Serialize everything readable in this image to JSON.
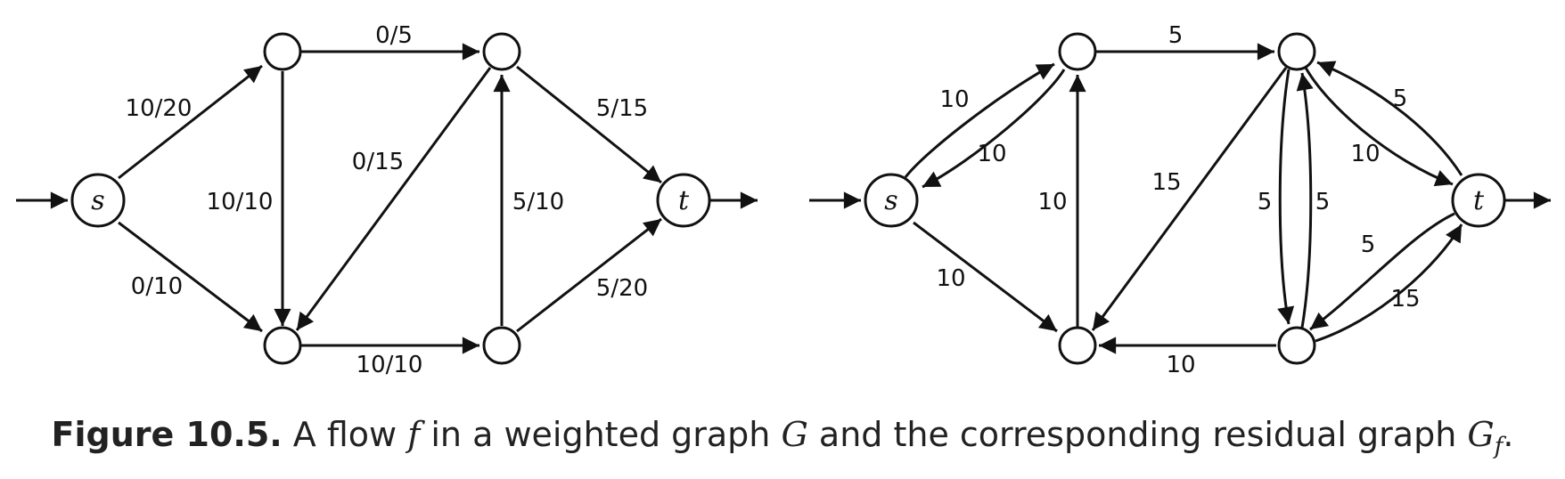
{
  "flow_graph": {
    "nodes": [
      {
        "id": "s",
        "label": "s"
      },
      {
        "id": "a",
        "label": ""
      },
      {
        "id": "b",
        "label": ""
      },
      {
        "id": "c",
        "label": ""
      },
      {
        "id": "d",
        "label": ""
      },
      {
        "id": "t",
        "label": "t"
      }
    ],
    "edges": [
      {
        "from": "s",
        "to": "a",
        "label": "10/20"
      },
      {
        "from": "s",
        "to": "c",
        "label": "0/10"
      },
      {
        "from": "a",
        "to": "b",
        "label": "0/5"
      },
      {
        "from": "a",
        "to": "c",
        "label": "10/10"
      },
      {
        "from": "b",
        "to": "c",
        "label": "0/15"
      },
      {
        "from": "b",
        "to": "t",
        "label": "5/15"
      },
      {
        "from": "d",
        "to": "b",
        "label": "5/10"
      },
      {
        "from": "c",
        "to": "d",
        "label": "10/10"
      },
      {
        "from": "d",
        "to": "t",
        "label": "5/20"
      }
    ]
  },
  "residual_graph": {
    "nodes": [
      {
        "id": "s",
        "label": "s"
      },
      {
        "id": "a",
        "label": ""
      },
      {
        "id": "b",
        "label": ""
      },
      {
        "id": "c",
        "label": ""
      },
      {
        "id": "d",
        "label": ""
      },
      {
        "id": "t",
        "label": "t"
      }
    ],
    "edges": [
      {
        "from": "s",
        "to": "a",
        "label": "10"
      },
      {
        "from": "a",
        "to": "s",
        "label": "10"
      },
      {
        "from": "s",
        "to": "c",
        "label": "10"
      },
      {
        "from": "a",
        "to": "b",
        "label": "5"
      },
      {
        "from": "c",
        "to": "a",
        "label": "10"
      },
      {
        "from": "b",
        "to": "c",
        "label": "15"
      },
      {
        "from": "b",
        "to": "d",
        "label": "5"
      },
      {
        "from": "d",
        "to": "b",
        "label": "5"
      },
      {
        "from": "b",
        "to": "t",
        "label": "10"
      },
      {
        "from": "t",
        "to": "b",
        "label": "5"
      },
      {
        "from": "t",
        "to": "d",
        "label": "5"
      },
      {
        "from": "d",
        "to": "t",
        "label": "15"
      },
      {
        "from": "d",
        "to": "c",
        "label": "10"
      }
    ]
  },
  "caption": {
    "figure_label": "Figure 10.5.",
    "text_1": " A flow ",
    "var_f": "f",
    "text_2": " in a weighted graph ",
    "var_G": "G",
    "text_3": " and the corresponding residual graph ",
    "var_Gf": "G",
    "var_Gf_sub": "f",
    "text_4": "."
  }
}
